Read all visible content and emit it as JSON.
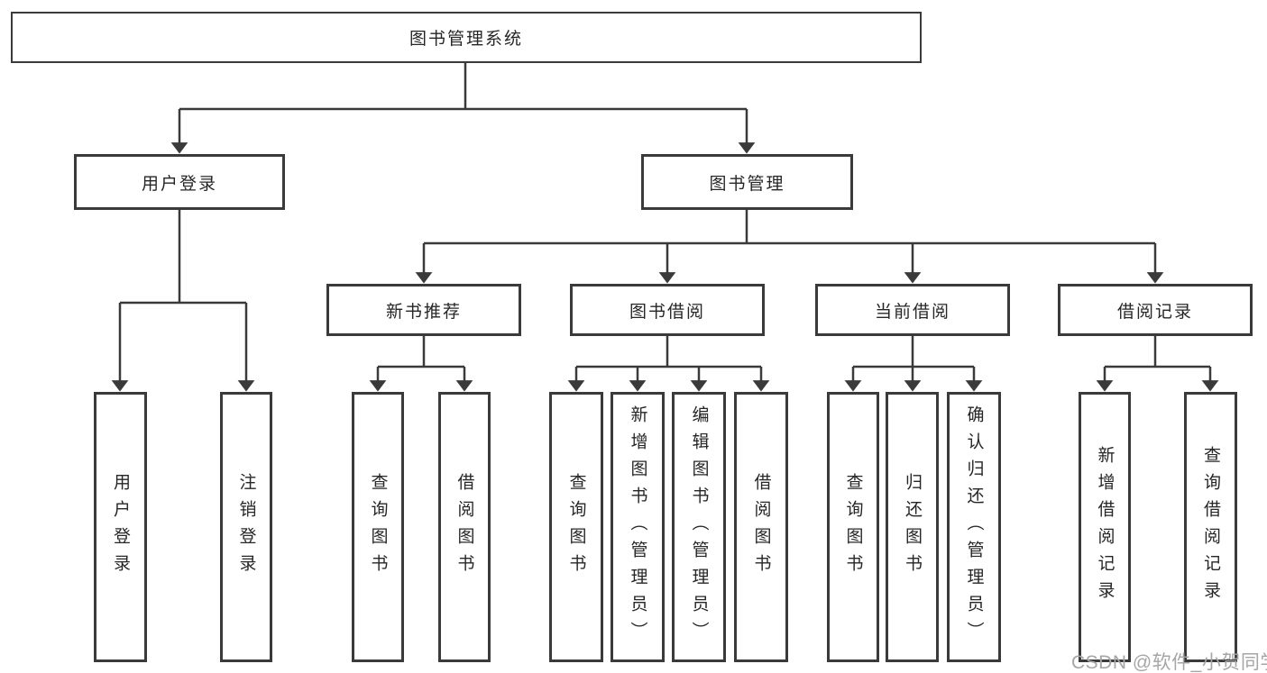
{
  "tree": {
    "label": "图书管理系统",
    "children": [
      {
        "label": "用户登录",
        "children": [
          {
            "label": "用户登录"
          },
          {
            "label": "注销登录"
          }
        ]
      },
      {
        "label": "图书管理",
        "children": [
          {
            "label": "新书推荐",
            "children": [
              {
                "label": "查询图书"
              },
              {
                "label": "借阅图书"
              }
            ]
          },
          {
            "label": "图书借阅",
            "children": [
              {
                "label": "查询图书"
              },
              {
                "label": "新增图书（管理员）"
              },
              {
                "label": "编辑图书（管理员）"
              },
              {
                "label": "借阅图书"
              }
            ]
          },
          {
            "label": "当前借阅",
            "children": [
              {
                "label": "查询图书"
              },
              {
                "label": "归还图书"
              },
              {
                "label": "确认归还（管理员）"
              }
            ]
          },
          {
            "label": "借阅记录",
            "children": [
              {
                "label": "新增借阅记录"
              },
              {
                "label": "查询借阅记录"
              }
            ]
          }
        ]
      }
    ]
  },
  "watermark": {
    "text": "CSDN @软件_小贺同学"
  },
  "colors": {
    "line": "#3a3a3a",
    "text": "#262626",
    "watermark": "#a6a6a6",
    "background": "#ffffff"
  }
}
